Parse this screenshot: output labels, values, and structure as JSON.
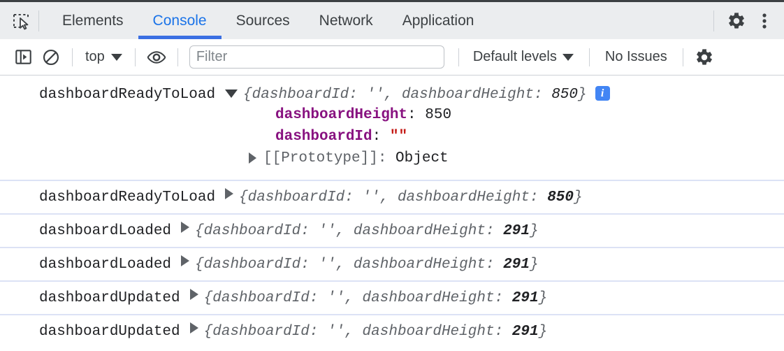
{
  "window": {
    "app": "Chrome DevTools",
    "panel": "Console"
  },
  "tabbar": {
    "inspect_icon": "inspect-element-icon",
    "tabs": [
      {
        "label": "Elements",
        "active": false
      },
      {
        "label": "Console",
        "active": true
      },
      {
        "label": "Sources",
        "active": false
      },
      {
        "label": "Network",
        "active": false
      },
      {
        "label": "Application",
        "active": false
      }
    ],
    "settings_icon": "gear-icon",
    "more_icon": "kebab-menu-icon",
    "active_tab_color": "#3b6fe3",
    "active_tab_text_color": "#1a73e8"
  },
  "toolbar": {
    "sidebar_toggle_icon": "console-sidebar-icon",
    "clear_console_icon": "clear-console-icon",
    "context_label": "top",
    "context_caret": "chevron-down-icon",
    "live_expression_icon": "eye-icon",
    "filter_placeholder": "Filter",
    "filter_value": "",
    "levels_label": "Default levels",
    "levels_caret": "chevron-down-icon",
    "issues_label": "No Issues",
    "settings_icon": "gear-icon"
  },
  "console": {
    "messages": [
      {
        "label": "dashboardReadyToLoad",
        "expanded": true,
        "preview": "{dashboardId: '', dashboardHeight: 850}",
        "preview_parts": {
          "open": "{",
          "key1": "dashboardId",
          "sep1": ": ",
          "val1": "''",
          "comma": ", ",
          "key2": "dashboardHeight",
          "sep2": ": ",
          "val2": "850",
          "close": "}"
        },
        "info_badge": "i",
        "properties": [
          {
            "name": "dashboardHeight",
            "value": "850",
            "type": "number"
          },
          {
            "name": "dashboardId",
            "value": "\"\"",
            "type": "string"
          }
        ],
        "prototype": {
          "key": "[[Prototype]]",
          "value": "Object"
        }
      },
      {
        "label": "dashboardReadyToLoad",
        "expanded": false,
        "preview": "{dashboardId: '', dashboardHeight: 850}",
        "preview_parts": {
          "open": "{",
          "key1": "dashboardId",
          "sep1": ": ",
          "val1": "''",
          "comma": ", ",
          "key2": "dashboardHeight",
          "sep2": ": ",
          "val2": "850",
          "close": "}"
        }
      },
      {
        "label": "dashboardLoaded",
        "expanded": false,
        "preview": "{dashboardId: '', dashboardHeight: 291}",
        "preview_parts": {
          "open": "{",
          "key1": "dashboardId",
          "sep1": ": ",
          "val1": "''",
          "comma": ", ",
          "key2": "dashboardHeight",
          "sep2": ": ",
          "val2": "291",
          "close": "}"
        }
      },
      {
        "label": "dashboardLoaded",
        "expanded": false,
        "preview": "{dashboardId: '', dashboardHeight: 291}",
        "preview_parts": {
          "open": "{",
          "key1": "dashboardId",
          "sep1": ": ",
          "val1": "''",
          "comma": ", ",
          "key2": "dashboardHeight",
          "sep2": ": ",
          "val2": "291",
          "close": "}"
        }
      },
      {
        "label": "dashboardUpdated",
        "expanded": false,
        "preview": "{dashboardId: '', dashboardHeight: 291}",
        "preview_parts": {
          "open": "{",
          "key1": "dashboardId",
          "sep1": ": ",
          "val1": "''",
          "comma": ", ",
          "key2": "dashboardHeight",
          "sep2": ": ",
          "val2": "291",
          "close": "}"
        }
      },
      {
        "label": "dashboardUpdated",
        "expanded": false,
        "preview": "{dashboardId: '', dashboardHeight: 291}",
        "preview_parts": {
          "open": "{",
          "key1": "dashboardId",
          "sep1": ": ",
          "val1": "''",
          "comma": ", ",
          "key2": "dashboardHeight",
          "sep2": ": ",
          "val2": "291",
          "close": "}"
        }
      }
    ]
  },
  "colors": {
    "property_name": "#881280",
    "string_value": "#c41a16",
    "preview_text": "#5f6368",
    "info_badge_bg": "#4285f4",
    "row_separator": "#dce2f5",
    "tabbar_bg": "#ebedef"
  }
}
